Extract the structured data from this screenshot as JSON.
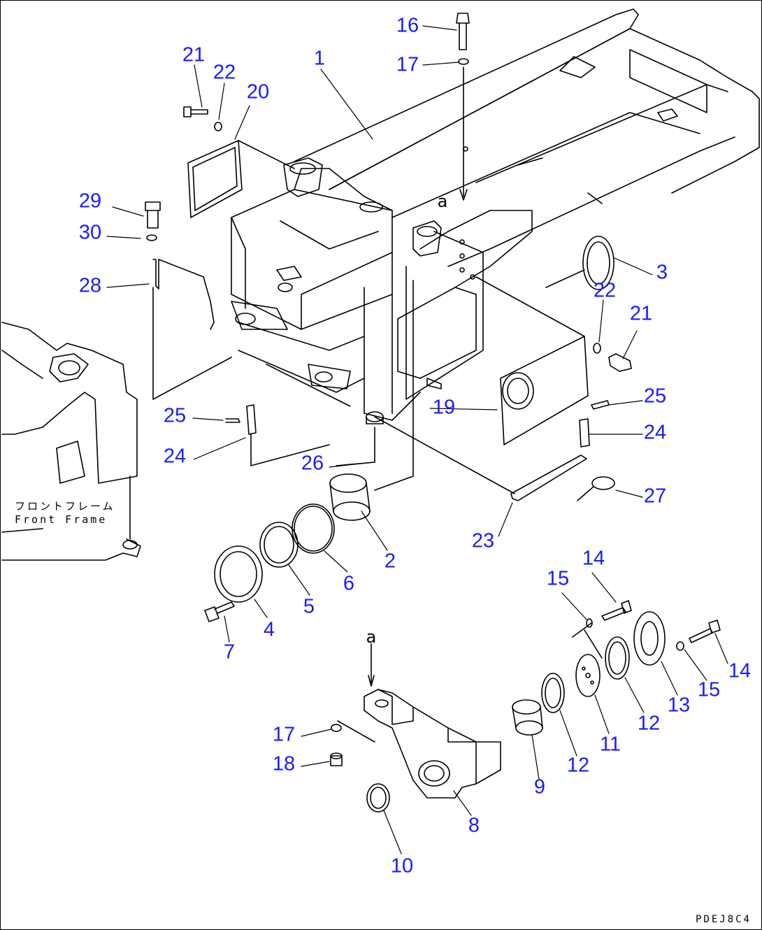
{
  "callouts": [
    {
      "label": "16"
    },
    {
      "label": "17"
    },
    {
      "label": "21"
    },
    {
      "label": "22"
    },
    {
      "label": "1"
    },
    {
      "label": "20"
    },
    {
      "label": "29"
    },
    {
      "label": "30"
    },
    {
      "label": "28"
    },
    {
      "label": "3"
    },
    {
      "label": "22"
    },
    {
      "label": "21"
    },
    {
      "label": "25"
    },
    {
      "label": "24"
    },
    {
      "label": "19"
    },
    {
      "label": "25"
    },
    {
      "label": "24"
    },
    {
      "label": "26"
    },
    {
      "label": "27"
    },
    {
      "label": "23"
    },
    {
      "label": "2"
    },
    {
      "label": "6"
    },
    {
      "label": "5"
    },
    {
      "label": "4"
    },
    {
      "label": "7"
    },
    {
      "label": "14"
    },
    {
      "label": "15"
    },
    {
      "label": "14"
    },
    {
      "label": "15"
    },
    {
      "label": "13"
    },
    {
      "label": "12"
    },
    {
      "label": "11"
    },
    {
      "label": "12"
    },
    {
      "label": "9"
    },
    {
      "label": "17"
    },
    {
      "label": "18"
    },
    {
      "label": "8"
    },
    {
      "label": "10"
    }
  ],
  "view_marker": "a",
  "front_frame_jp": "フロントフレーム",
  "front_frame_en": "Front Frame",
  "drawing_code": "PDEJ8C4",
  "callout_color": "#1a1aff",
  "line_color": "#000000"
}
